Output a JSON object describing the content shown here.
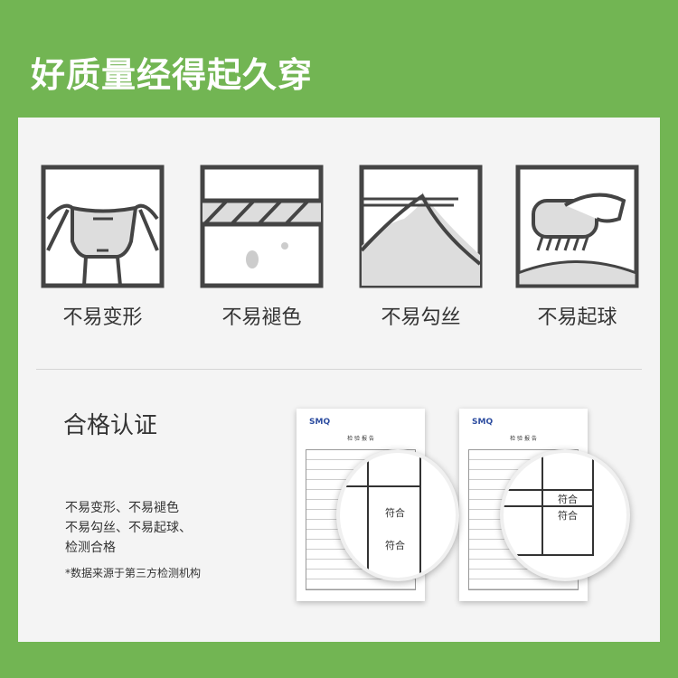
{
  "title": "好质量经得起久穿",
  "features": [
    {
      "label": "不易变形",
      "icon": "stretch-icon"
    },
    {
      "label": "不易褪色",
      "icon": "color-fade-icon"
    },
    {
      "label": "不易勾丝",
      "icon": "snag-icon"
    },
    {
      "label": "不易起球",
      "icon": "pilling-icon"
    }
  ],
  "certification": {
    "heading": "合格认证",
    "lines": [
      "不易变形、不易褪色",
      "不易勾丝、不易起球、",
      "检测合格"
    ],
    "footnote": "*数据来源于第三方检测机构"
  },
  "reports": [
    {
      "logo": "SMQ",
      "doc_title": "检 验 报 告",
      "results": [
        "符合",
        "符合"
      ]
    },
    {
      "logo": "SMQ",
      "doc_title": "检 验 报 告",
      "results": [
        "符合",
        "符合"
      ]
    }
  ],
  "colors": {
    "background": "#72b553",
    "panel": "#f4f4f4",
    "icon_stroke": "#444444"
  }
}
